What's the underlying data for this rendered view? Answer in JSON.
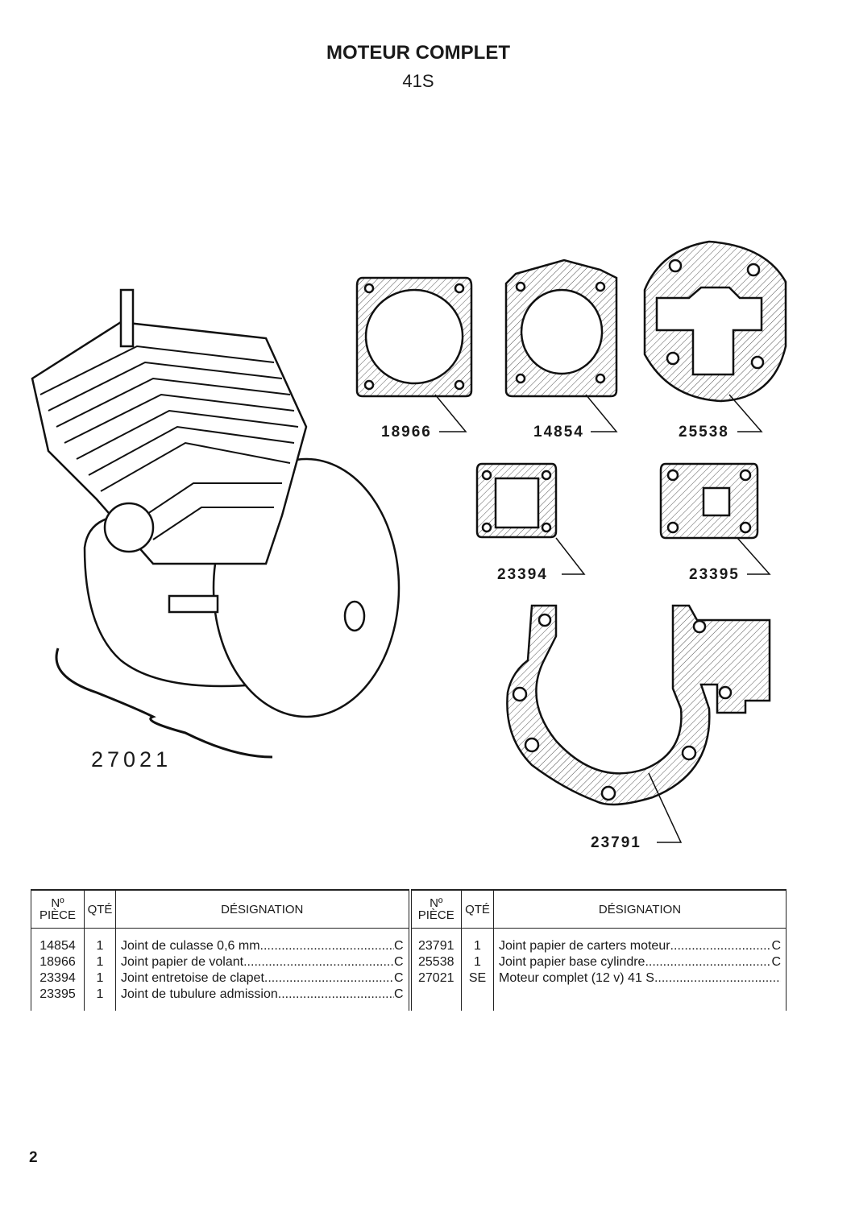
{
  "header": {
    "title": "MOTEUR COMPLET",
    "subtitle": "41S"
  },
  "labels": {
    "g18966": "18966",
    "g14854": "14854",
    "g25538": "25538",
    "g23394": "23394",
    "g23395": "23395",
    "g23791": "23791",
    "engine": "27021"
  },
  "table": {
    "headers": {
      "piece": "Nº PIÈCE",
      "qte": "QTÉ",
      "designation": "DÉSIGNATION"
    },
    "left": [
      {
        "piece": "14854",
        "qte": "1",
        "designation": "Joint de culasse 0,6 mm",
        "code": "C"
      },
      {
        "piece": "18966",
        "qte": "1",
        "designation": "Joint papier de volant",
        "code": "C"
      },
      {
        "piece": "23394",
        "qte": "1",
        "designation": "Joint entretoise de clapet",
        "code": "C"
      },
      {
        "piece": "23395",
        "qte": "1",
        "designation": "Joint de tubulure admission",
        "code": "C"
      }
    ],
    "right": [
      {
        "piece": "23791",
        "qte": "1",
        "designation": "Joint papier de carters moteur",
        "code": "C"
      },
      {
        "piece": "25538",
        "qte": "1",
        "designation": "Joint papier base cylindre",
        "code": "C"
      },
      {
        "piece": "27021",
        "qte": "SE",
        "designation": "Moteur complet (12 v) 41 S",
        "code": ""
      }
    ]
  },
  "page_number": "2"
}
